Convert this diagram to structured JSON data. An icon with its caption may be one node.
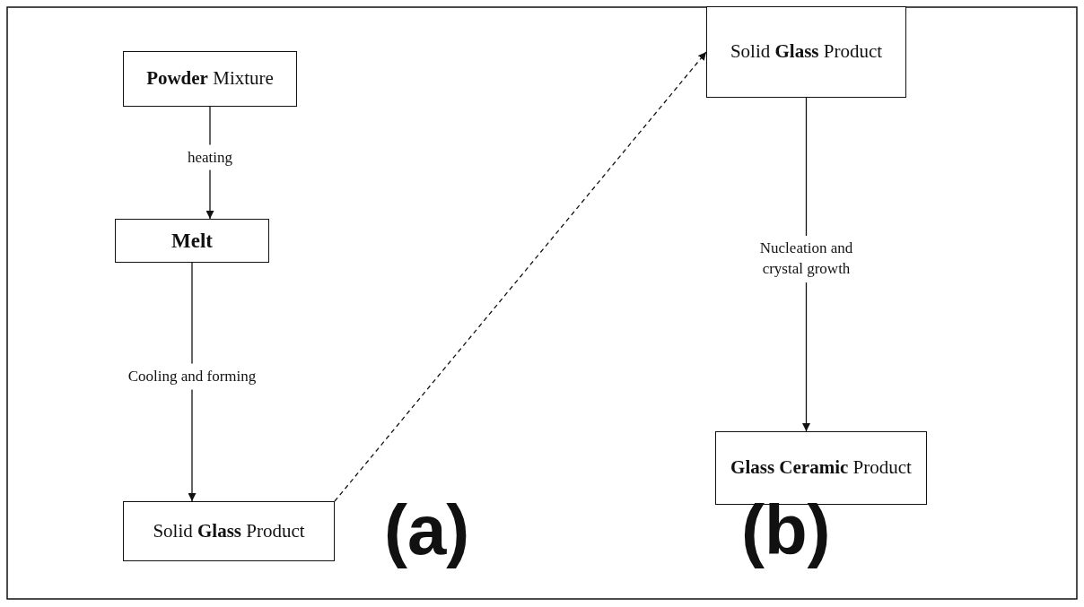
{
  "diagram": {
    "nodes": [
      {
        "text": [
          "**Powder** Mixture"
        ]
      },
      {
        "text": [
          "Melt"
        ]
      },
      {
        "text": [
          "Solid **Glass** Product"
        ]
      },
      {
        "text": [
          "Solid **Glass** Product"
        ]
      },
      {
        "text": [
          "**Glass Ceramic** Product"
        ]
      }
    ],
    "edges": [
      {
        "from": 0,
        "to": 1,
        "arrow": "to",
        "label": "heating"
      },
      {
        "from": 1,
        "to": 2,
        "arrow": "to",
        "label": "Cooling and forming"
      },
      {
        "from": 2,
        "to": 3,
        "arrow": "to",
        "style": "dashed"
      },
      {
        "from": 3,
        "to": 4,
        "arrow": "to",
        "label": "Nucleation and crystal growth"
      }
    ],
    "labels": [
      "(a)",
      "(b)"
    ]
  }
}
